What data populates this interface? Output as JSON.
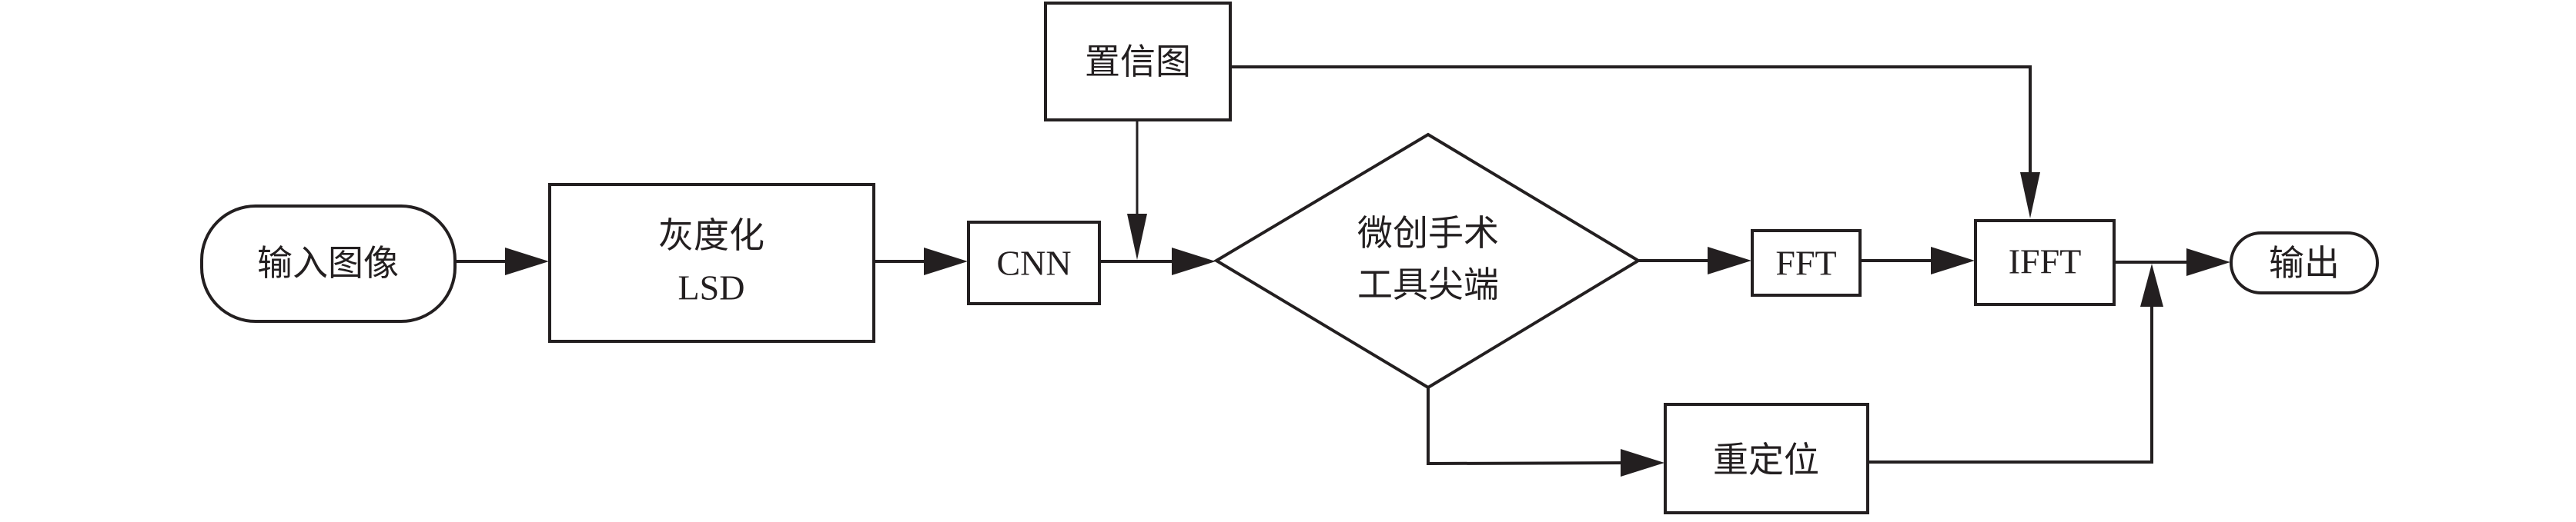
{
  "diagram": {
    "type": "flowchart",
    "colors": {
      "stroke": "#231f20",
      "fill": "#ffffff",
      "text": "#231f20"
    },
    "nodes": {
      "input": {
        "shape": "terminal",
        "label": "输入图像"
      },
      "gray_lsd": {
        "shape": "process",
        "line1": "灰度化",
        "line2": "LSD"
      },
      "cnn": {
        "shape": "process",
        "label": "CNN"
      },
      "confidence_map": {
        "shape": "process",
        "label": "置信图"
      },
      "decision": {
        "shape": "decision",
        "line1": "微创手术",
        "line2": "工具尖端"
      },
      "fft": {
        "shape": "process",
        "label": "FFT"
      },
      "ifft": {
        "shape": "process",
        "label": "IFFT"
      },
      "relocate": {
        "shape": "process",
        "label": "重定位"
      },
      "output": {
        "shape": "terminal",
        "label": "输出"
      }
    },
    "edges": [
      {
        "from": "输入图像",
        "to": "灰度化 LSD"
      },
      {
        "from": "灰度化 LSD",
        "to": "CNN"
      },
      {
        "from": "CNN",
        "to": "微创手术工具尖端"
      },
      {
        "from": "置信图",
        "to": "CNN→微创手术工具尖端 link"
      },
      {
        "from": "置信图",
        "to": "IFFT"
      },
      {
        "from": "微创手术工具尖端",
        "to": "FFT"
      },
      {
        "from": "FFT",
        "to": "IFFT"
      },
      {
        "from": "微创手术工具尖端",
        "to": "重定位"
      },
      {
        "from": "重定位",
        "to": "IFFT→输出 link"
      },
      {
        "from": "IFFT",
        "to": "输出"
      }
    ]
  }
}
